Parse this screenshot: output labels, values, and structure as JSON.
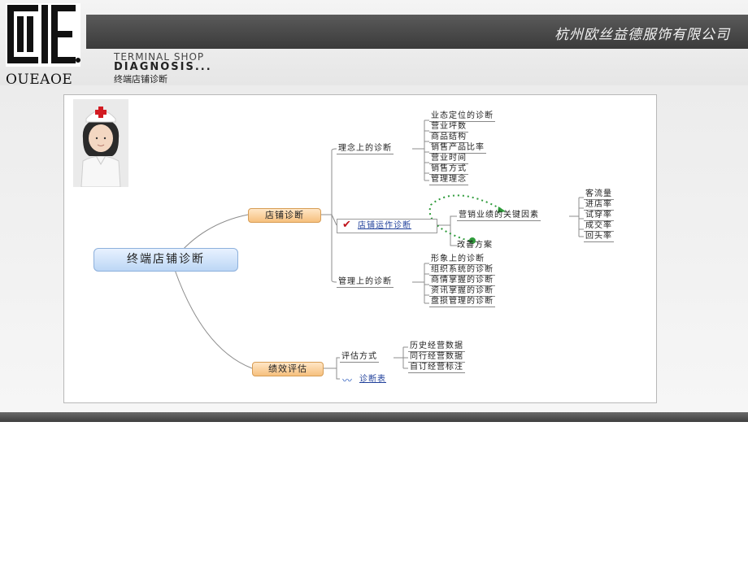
{
  "logo": {
    "text": "OUEAOE"
  },
  "header": {
    "company": "杭州欧丝益德服饰有限公司",
    "title_en_1": "TERMINAL SHOP",
    "title_en_2": "DIAGNOSIS...",
    "title_cn": "终端店铺诊断"
  },
  "mindmap": {
    "root": "终端店铺诊断",
    "b1": "店铺诊断",
    "b2": "绩效评估",
    "b1_concept": "理念上的诊断",
    "b1_concept_items": [
      "业态定位的诊断",
      "营业坪数",
      "商品结构",
      "销售产品比率",
      "营业时间",
      "销售方式",
      "管理理念"
    ],
    "b1_build": "店铺运作诊断",
    "b1_key": "营销业绩的关键因素",
    "b1_key_items": [
      "客流量",
      "进店率",
      "试穿率",
      "成交率",
      "回头率"
    ],
    "b1_plan": "改善方案",
    "b1_manage": "管理上的诊断",
    "b1_manage_items": [
      "形象上的诊断",
      "组织系统的诊断",
      "商情掌握的诊断",
      "资讯掌握的诊断",
      "盘损管理的诊断"
    ],
    "b2_method": "评估方式",
    "b2_method_items": [
      "历史经营数据",
      "同行经营数据",
      "自订经营标注"
    ],
    "b2_table": "诊断表"
  },
  "colors": {
    "accent_orange": "#f6c07e",
    "root_blue": "#bcd7f5",
    "link_blue": "#1f3f9a",
    "check_red": "#c0141c",
    "dotted_green": "#2e9b3a"
  }
}
